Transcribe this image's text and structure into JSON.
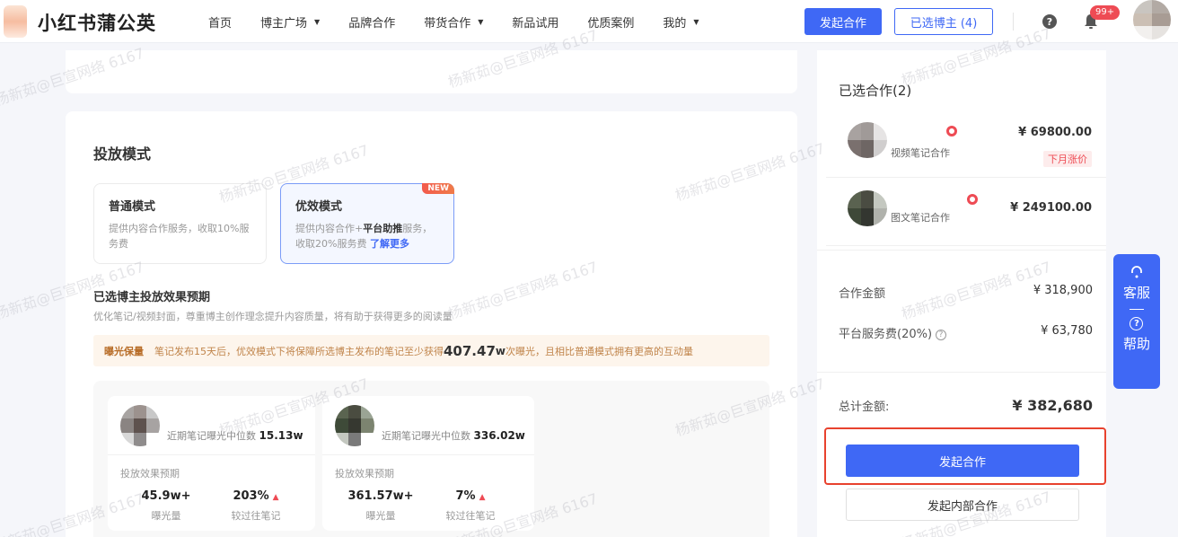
{
  "header": {
    "logo": "小红书蒲公英",
    "nav": [
      {
        "label": "首页",
        "dropdown": false
      },
      {
        "label": "博主广场",
        "dropdown": true
      },
      {
        "label": "品牌合作",
        "dropdown": false
      },
      {
        "label": "带货合作",
        "dropdown": true
      },
      {
        "label": "新品试用",
        "dropdown": false
      },
      {
        "label": "优质案例",
        "dropdown": false
      },
      {
        "label": "我的",
        "dropdown": true
      }
    ],
    "start_button": "发起合作",
    "selected_button": "已选博主 (4)",
    "help_icon": "?",
    "notification_badge": "99+",
    "caret": "▼"
  },
  "main": {
    "section_title": "投放模式",
    "modes": [
      {
        "title": "普通模式",
        "desc": "提供内容合作服务，收取10%服务费",
        "active": false
      },
      {
        "title": "优效模式",
        "desc_pre": "提供内容合作+",
        "desc_bold": "平台助推",
        "desc_post": "服务，收取20%服务费 ",
        "link": "了解更多",
        "tag": "NEW",
        "active": true
      }
    ],
    "forecast_title": "已选博主投放效果预期",
    "forecast_desc": "优化笔记/视频封面，尊重博主创作理念提升内容质量，将有助于获得更多的阅读量",
    "notice": {
      "title": "曝光保量",
      "text_pre": "笔记发布15天后，优效模式下将保障所选博主发布的笔记至少获得",
      "value": "407.47",
      "unit": "w",
      "text_post": "次曝光，且相比普通模式拥有更高的互动量"
    },
    "kols": [
      {
        "median_label": "近期笔记曝光中位数",
        "median_value": "15.13w",
        "pred_label": "投放效果预期",
        "exposure": "45.9w+",
        "exposure_label": "曝光量",
        "growth": "203%",
        "growth_label": "较过往笔记",
        "up_icon": "▲"
      },
      {
        "median_label": "近期笔记曝光中位数",
        "median_value": "336.02w",
        "pred_label": "投放效果预期",
        "exposure": "361.57w+",
        "exposure_label": "曝光量",
        "growth": "7%",
        "growth_label": "较过往笔记",
        "up_icon": "▲"
      }
    ]
  },
  "panel": {
    "title": "已选合作(2)",
    "items": [
      {
        "type": "视频笔记合作",
        "price": "¥ 69800.00",
        "tag": "下月涨价"
      },
      {
        "type": "图文笔记合作",
        "price": "¥ 249100.00"
      }
    ],
    "coop_amount_label": "合作金额",
    "coop_amount": "¥ 318,900",
    "fee_label": "平台服务费(20%)",
    "fee_help": "?",
    "fee": "¥ 63,780",
    "total_label": "总计金额:",
    "total": "¥ 382,680",
    "submit_button": "发起合作",
    "internal_button": "发起内部合作"
  },
  "float": {
    "service_label": "客服",
    "help_label": "帮助",
    "help_icon": "?",
    "service_icon": "☊"
  },
  "watermark": "杨新茹@巨宣网络 6167",
  "colors": {
    "primary": "#3f68f5",
    "danger": "#ee4b54",
    "highlight_border": "#e8422e",
    "notice_bg": "#fdf5ec"
  }
}
